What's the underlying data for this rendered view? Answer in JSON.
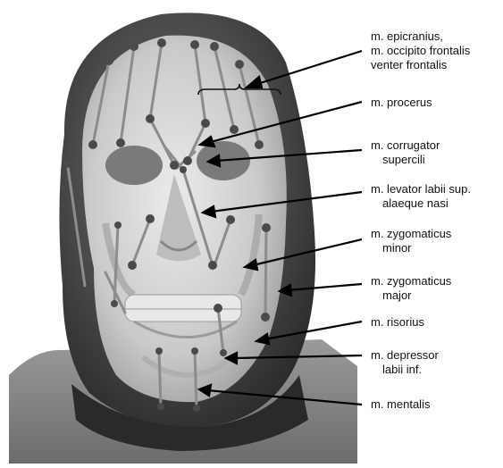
{
  "figure": {
    "description_visible": false,
    "labels": [
      {
        "id": "epicranius",
        "lines": [
          "m. epicranius,",
          "m. occipito frontalis",
          "venter frontalis"
        ]
      },
      {
        "id": "procerus",
        "lines": [
          "m. procerus"
        ]
      },
      {
        "id": "corrugator",
        "lines": [
          "m. corrugator",
          "supercili"
        ]
      },
      {
        "id": "levator",
        "lines": [
          "m. levator labii sup.",
          "alaeque nasi"
        ]
      },
      {
        "id": "zyg-minor",
        "lines": [
          "m. zygomaticus",
          "minor"
        ]
      },
      {
        "id": "zyg-major",
        "lines": [
          "m. zygomaticus",
          "major"
        ]
      },
      {
        "id": "risorius",
        "lines": [
          "m. risorius"
        ]
      },
      {
        "id": "depressor",
        "lines": [
          "m. depressor",
          "labii inf."
        ]
      },
      {
        "id": "mentalis",
        "lines": [
          "m. mentalis"
        ]
      }
    ],
    "colors": {
      "background": "#ffffff",
      "head_dark": "#3c3c3c",
      "skull_light": "#d9d9d9",
      "muscle_line": "#8a8a8a",
      "muscle_dot": "#4a4a4a",
      "arrow": "#000000"
    }
  }
}
